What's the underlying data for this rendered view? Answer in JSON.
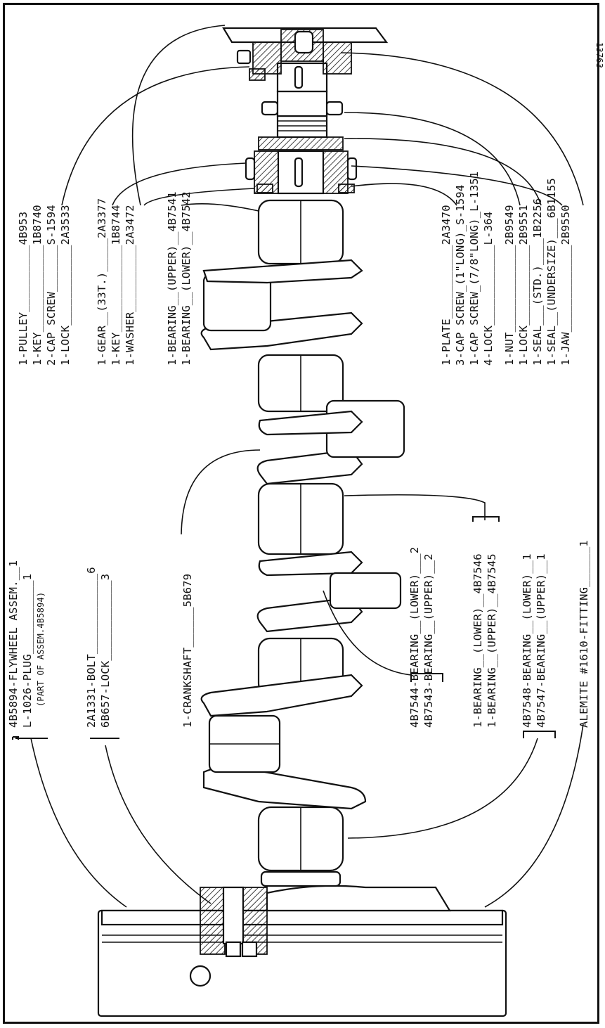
{
  "figure_number": "13763",
  "groups": [
    {
      "id": "flywheel",
      "lines": [
        "4B5894-FLYWHEEL ASSEM.__1",
        "L-1026-PLUG___________1",
        "(PART OF ASSEM.4B5894)"
      ]
    },
    {
      "id": "bolt",
      "lines": [
        "2A1331-BOLT____________6",
        "6B657-LOCK____________3"
      ]
    },
    {
      "id": "crankshaft",
      "lines": [
        "1-CRANKSHAFT______5B679"
      ]
    },
    {
      "id": "bearing-a",
      "lines": [
        "4B7544-BEARING__(LOWER)___2",
        "4B7543-BEARING__(UPPER)__2"
      ]
    },
    {
      "id": "bearing-b",
      "lines": [
        "1-BEARING__(LOWER)__4B7546",
        "1-BEARING__(UPPER)__4B7545"
      ]
    },
    {
      "id": "bearing-c",
      "lines": [
        "4B7548-BEARING__(LOWER)__1",
        "4B7547-BEARING__(UPPER)__1"
      ]
    },
    {
      "id": "alemite",
      "lines": [
        "ALEMITE #1610-FITTING______1"
      ]
    },
    {
      "id": "pulley",
      "lines": [
        "1-PULLEY__________4B953",
        "1-KEY_____________1B8740",
        "2-CAP SCREW_______S-1594",
        "1-LOCK____________2A3533"
      ]
    },
    {
      "id": "gear",
      "lines": [
        "1-GEAR__(33T.)_____2A3377",
        "1-KEY_____________1B8744",
        "1-WASHER__________2A3472"
      ]
    },
    {
      "id": "bearing-top",
      "lines": [
        "1-BEARING__(UPPER)__4B7541",
        "1-BEARING__(LOWER)__4B7542"
      ]
    },
    {
      "id": "plate",
      "lines": [
        "1-PLATE___________2A3470",
        "3-CAP SCREW_(1\"LONG)_S-1594",
        "1-CAP SCREW_(7/8\"LONG)_L-1351",
        "4-LOCK____________L-364"
      ]
    },
    {
      "id": "nut",
      "lines": [
        "1-NUT_____________2B9549",
        "1-LOCK____________2B9551",
        "1-SEAL___(STD.)____1B2256",
        "1-SEAL__(UNDERSIZE)___6B1155",
        "1-JAW_____________2B9550"
      ]
    }
  ]
}
